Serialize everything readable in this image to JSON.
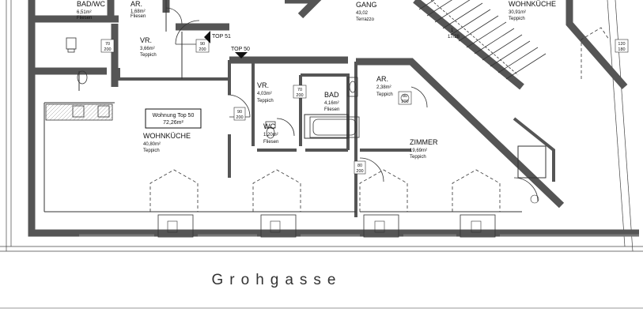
{
  "street": "Grohgasse",
  "unit_box": {
    "title": "Wohnung Top 50",
    "area": "72,26m²"
  },
  "markers": {
    "top51": "TOP 51",
    "top50": "TOP 50"
  },
  "rooms": {
    "bad_wc": {
      "name": "BAD/WC",
      "area": "6,51m²",
      "floor": "Fliesen"
    },
    "ar_top": {
      "name": "AR.",
      "area": "1,68m²",
      "floor": "Fliesen"
    },
    "vr_left": {
      "name": "VR.",
      "area": "3,66m²",
      "floor": "Teppich"
    },
    "gang": {
      "name": "GANG",
      "area": "43,02",
      "floor": "Terrazzo"
    },
    "wohnkueche_right": {
      "name": "WOHNKÜCHE",
      "area": "30,91m²",
      "floor": "Teppich"
    },
    "vr_mid": {
      "name": "VR.",
      "area": "4,03m²",
      "floor": "Teppich"
    },
    "wc": {
      "name": "WC",
      "area": "1,20m²",
      "floor": "Fliesen"
    },
    "bad": {
      "name": "BAD",
      "area": "4,16m²",
      "floor": "Fliesen"
    },
    "ar_mid": {
      "name": "AR.",
      "area": "2,38m²",
      "floor": "Teppich"
    },
    "wohnkueche": {
      "name": "WOHNKÜCHE",
      "area": "40,80m²",
      "floor": "Teppich"
    },
    "zimmer": {
      "name": "ZIMMER",
      "area": "19,69m²",
      "floor": "Teppich"
    }
  },
  "door_tags": {
    "d1": {
      "top": "70",
      "bottom": "200"
    },
    "d2": {
      "top": "90",
      "bottom": "200"
    },
    "d3": {
      "top": "90",
      "bottom": "200"
    },
    "d4": {
      "top": "70",
      "bottom": "200"
    },
    "d5": {
      "top": "80",
      "bottom": "200"
    },
    "d6": {
      "top": "80",
      "bottom": "200"
    },
    "d7": {
      "top": "120",
      "bottom": "180"
    }
  },
  "stair_numbers": "1",
  "stair_fraction": "17/28"
}
